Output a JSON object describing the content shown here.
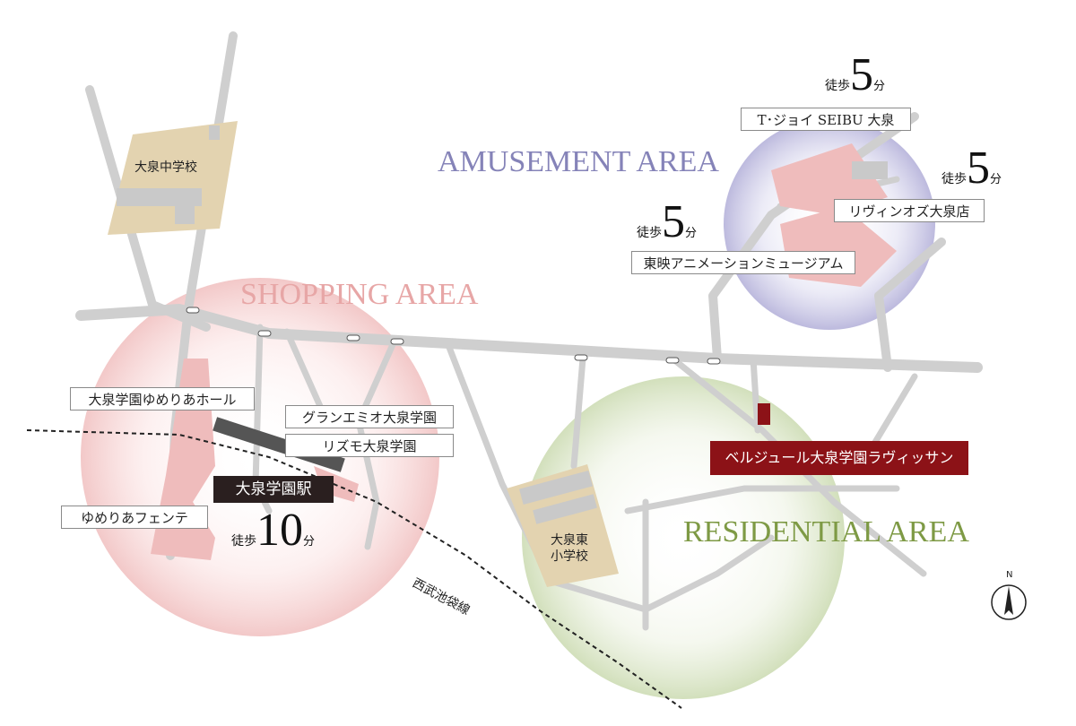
{
  "areas": {
    "amusement": "AMUSEMENT AREA",
    "shopping": "SHOPPING AREA",
    "residential": "RESIDENTIAL AREA"
  },
  "colors": {
    "amusement": "#8583b8",
    "shopping": "#e7a6a6",
    "residential": "#7e9a45",
    "target": "#8c1217",
    "station": "#2a1f1f",
    "road": "#cfcfcf",
    "school": "#e3d3b0",
    "building_pink": "#efbcbc"
  },
  "labels": {
    "tjoy": "T･ジョイ SEIBU 大泉",
    "riverwalk": "リヴィンオズ大泉店",
    "toei": "東映アニメーションミュージアム",
    "yumeria_hall": "大泉学園ゆめりあホール",
    "grand_emio": "グランエミオ大泉学園",
    "rizumo": "リズモ大泉学園",
    "yumeria_fente": "ゆめりあフェンテ",
    "station": "大泉学園駅",
    "target": "ベルジュール大泉学園ラヴィッサン",
    "junior_high": "大泉中学校",
    "elem_line1": "大泉東",
    "elem_line2": "小学校",
    "railway": "西武池袋線",
    "north": "N"
  },
  "walks": {
    "prefix": "徒歩",
    "suffix": "分",
    "tjoy": "5",
    "riverwalk": "5",
    "toei": "5",
    "station": "10"
  }
}
